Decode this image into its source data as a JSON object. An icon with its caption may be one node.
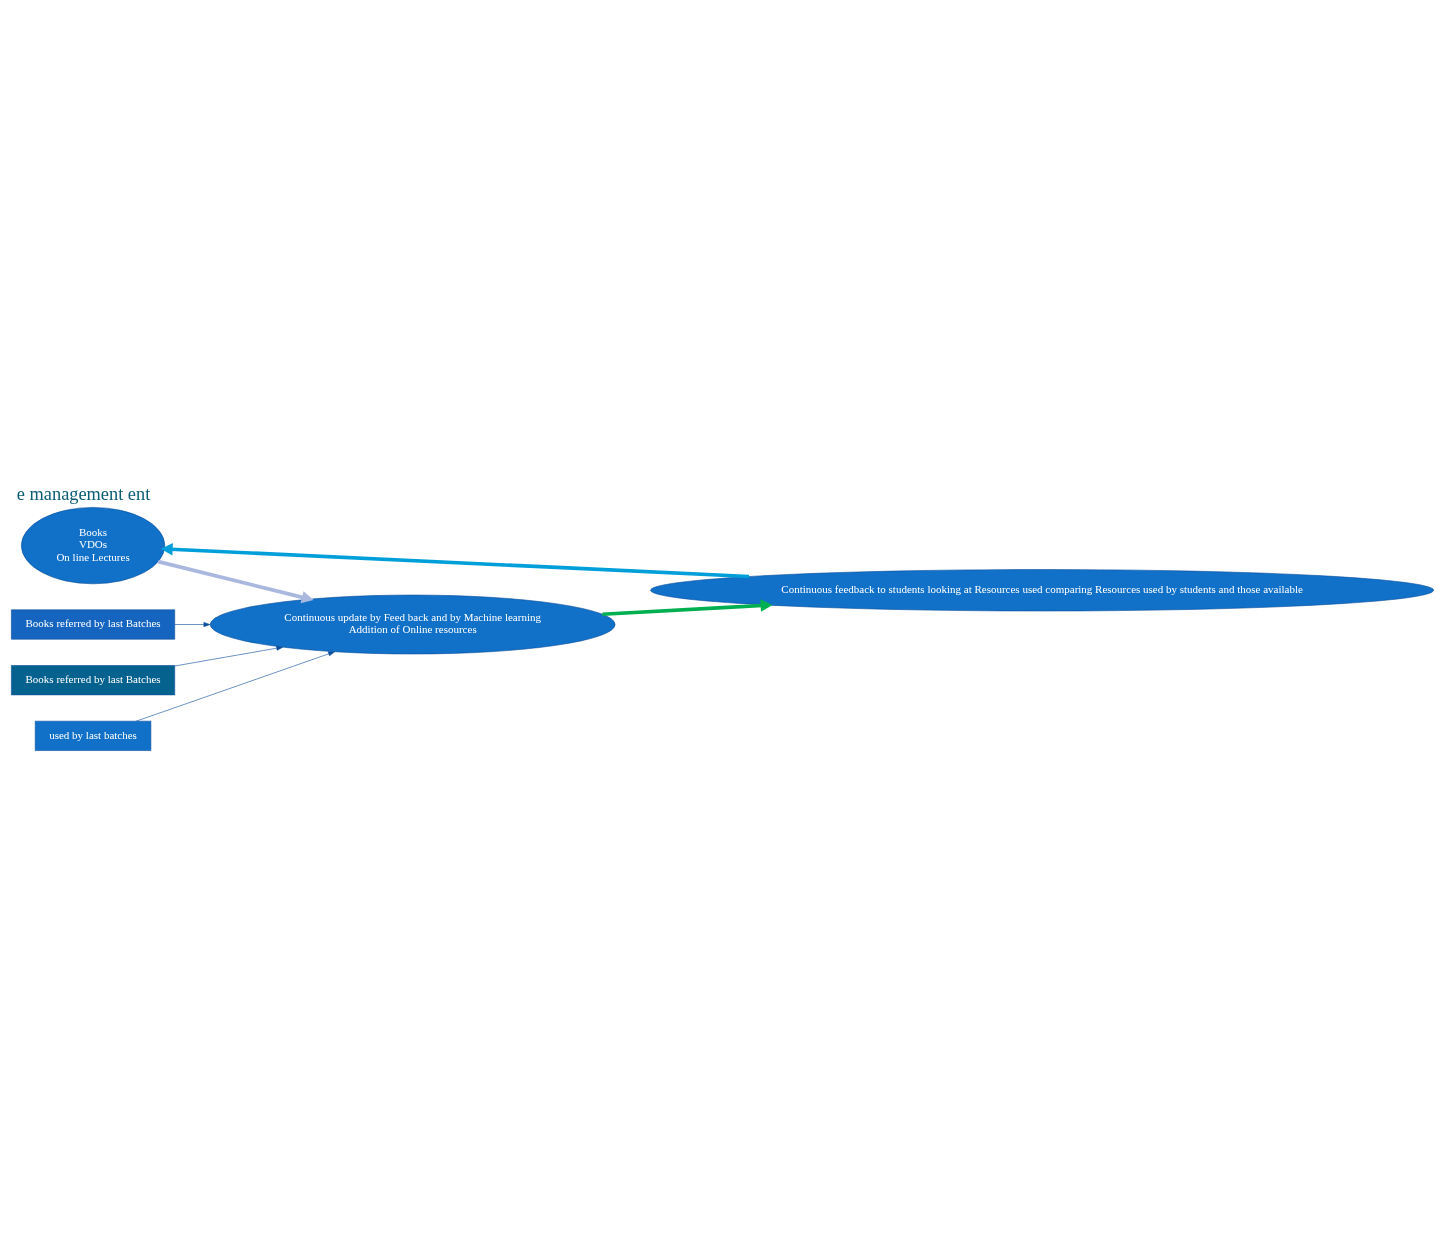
{
  "diagram": {
    "title": "e management ent",
    "nodes": [
      {
        "text": [
          "Books",
          "VDOs",
          "On line Lectures"
        ]
      },
      {
        "text": [
          "Continuous update by Feed back and by Machine learning",
          "Addition of Online resources"
        ]
      },
      {
        "text": [
          "Continuous feedback to students looking at Resources used comparing Resources used by students and those available"
        ]
      },
      {
        "text": [
          "Books referred by last Batches"
        ]
      },
      {
        "text": [
          "Books referred by last Batches"
        ]
      },
      {
        "text": [
          "used by last batches"
        ]
      }
    ],
    "edges": [
      {
        "from": 0,
        "to": 1,
        "arrow": "to",
        "style": "thick",
        "color": "#aab8e0"
      },
      {
        "from": 1,
        "to": 2,
        "arrow": "to",
        "style": "thick",
        "color": "#00b050"
      },
      {
        "from": 2,
        "to": 0,
        "arrow": "to",
        "style": "thick",
        "color": "#009fd9"
      },
      {
        "from": 3,
        "to": 1,
        "arrow": "to"
      },
      {
        "from": 4,
        "to": 1,
        "arrow": "to"
      },
      {
        "from": 5,
        "to": 1,
        "arrow": "to"
      }
    ]
  }
}
